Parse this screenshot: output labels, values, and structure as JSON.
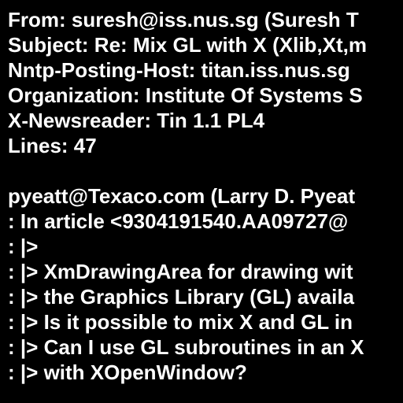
{
  "colors": {
    "background": "#000000",
    "text": "#ffffff"
  },
  "header": {
    "from": "From: suresh@iss.nus.sg (Suresh T",
    "subject": "Subject: Re: Mix GL with X (Xlib,Xt,m",
    "nntp_host": "Nntp-Posting-Host: titan.iss.nus.sg",
    "organization": "Organization: Institute Of Systems S",
    "newsreader": "X-Newsreader: Tin 1.1 PL4",
    "lines": "Lines: 47"
  },
  "body": {
    "lines": [
      "pyeatt@Texaco.com (Larry D. Pyeat",
      ": In article <9304191540.AA09727@",
      ": |>",
      ": |> XmDrawingArea for drawing wit",
      ": |> the Graphics Library (GL) availa",
      ": |> Is it possible to mix X and GL in",
      ": |> Can I use GL subroutines in an X",
      ": |> with XOpenWindow?"
    ]
  }
}
